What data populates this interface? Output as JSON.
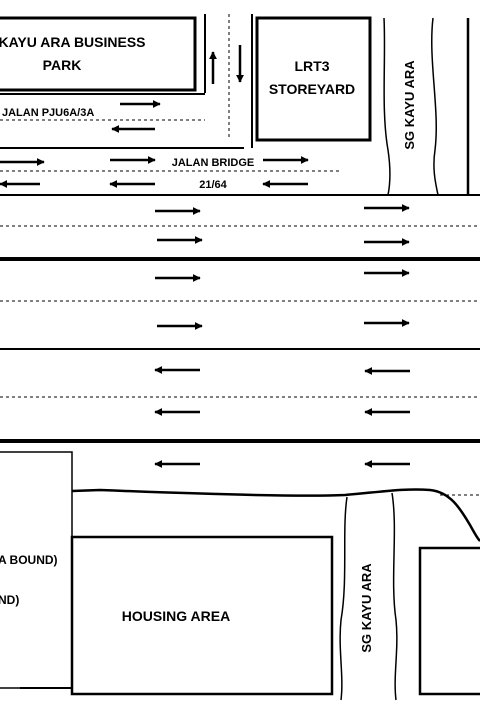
{
  "map": {
    "labels": {
      "business_park_line1": "KAYU ARA BUSINESS",
      "business_park_line2": "PARK",
      "lrt3_line1": "LRT3",
      "lrt3_line2": "STOREYARD",
      "sg_kayu_ara_top": "SG KAYU ARA",
      "jalan_pju": "JALAN PJU6A/3A",
      "jalan_bridge_line1": "JALAN BRIDGE",
      "jalan_bridge_line2": "21/64",
      "bound_1": "A BOUND)",
      "bound_2": "ND)",
      "housing_area": "HOUSING AREA",
      "sg_kayu_ara_bottom": "SG KAYU ARA"
    },
    "traffic_flow": {
      "upper_carriageway": "eastbound",
      "lower_carriageway": "westbound",
      "access_road": "two-way"
    }
  }
}
